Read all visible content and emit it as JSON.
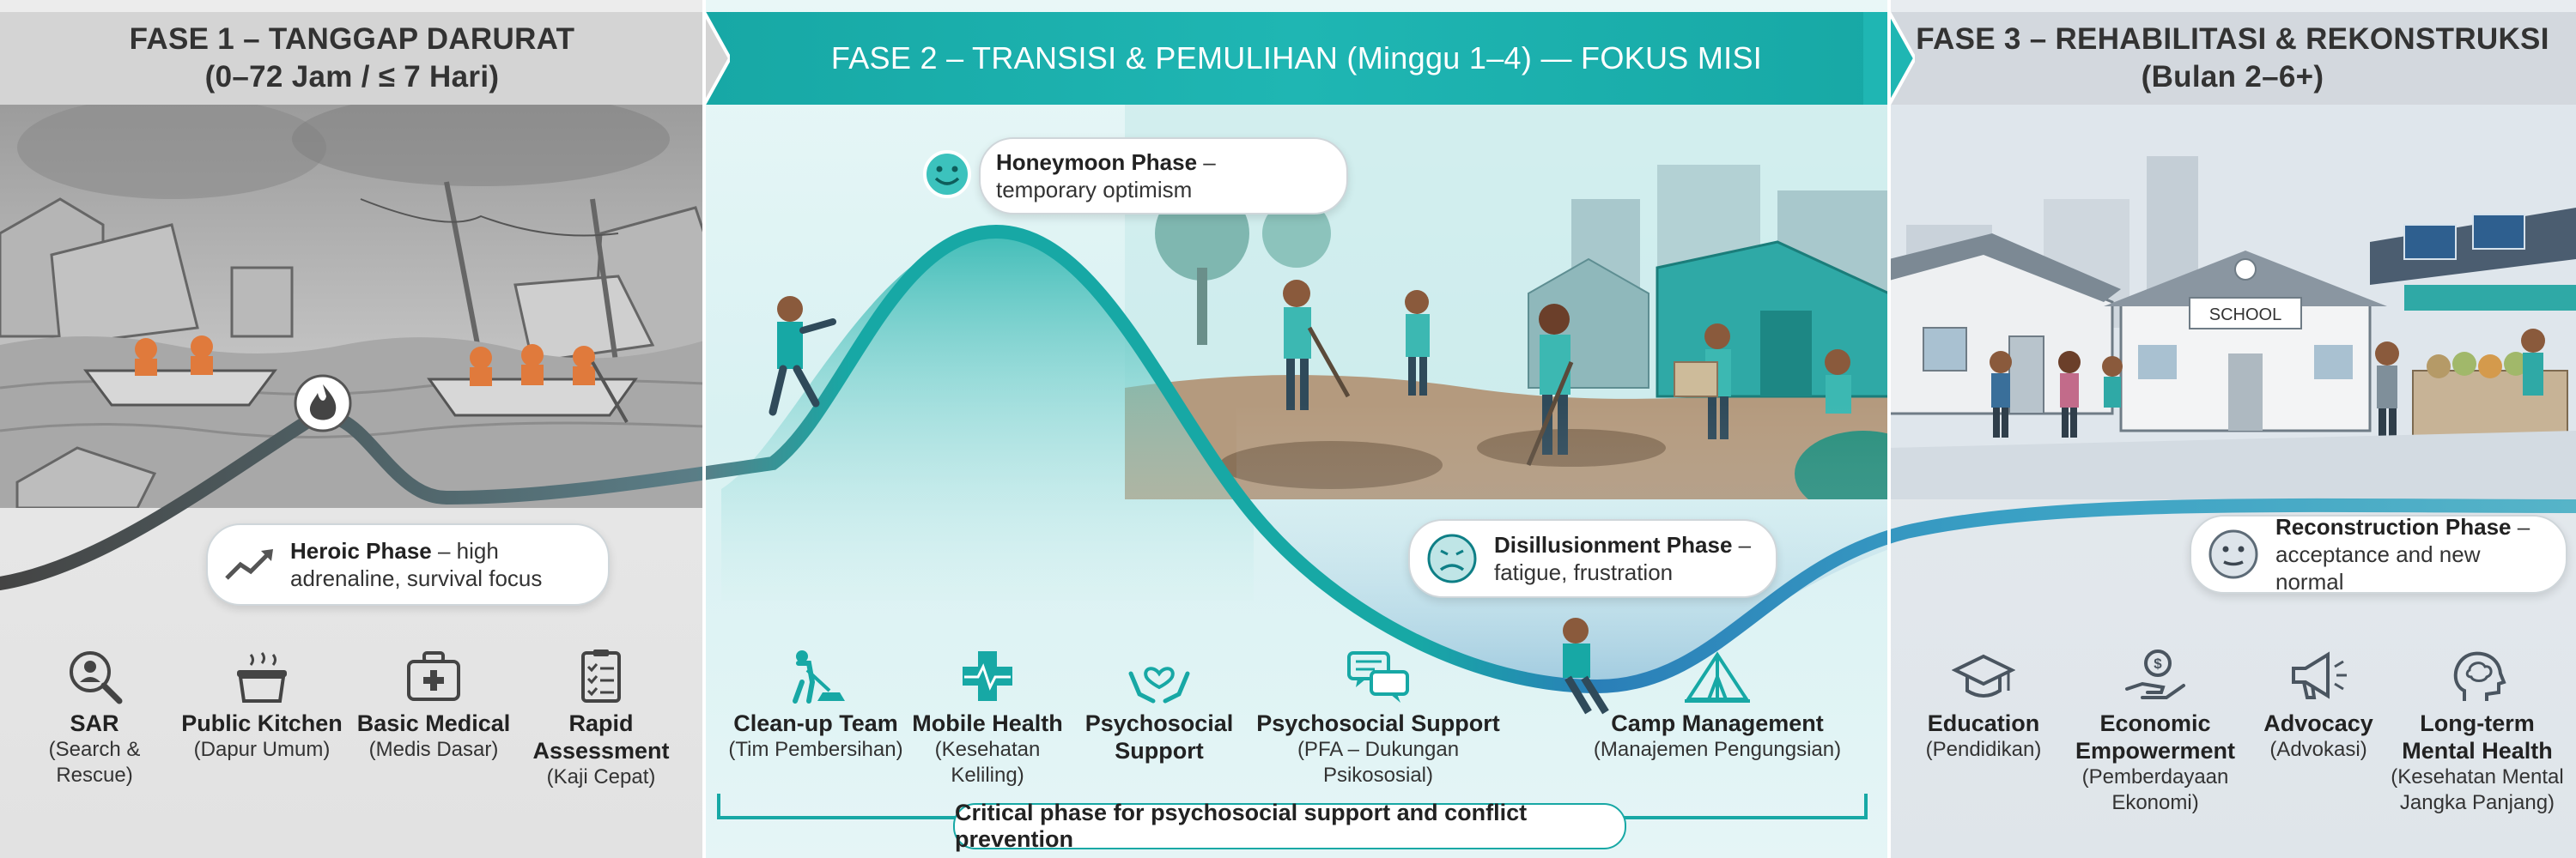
{
  "phases": [
    {
      "title_line1": "FASE 1 – TANGGAP DARURAT",
      "title_line2": "(0–72 Jam / ≤ 7 Hari)"
    },
    {
      "title_line1": "FASE 2 – TRANSISI & PEMULIHAN (Minggu 1–4) — FOKUS MISI",
      "title_line2": ""
    },
    {
      "title_line1": "FASE 3 – REHABILITASI & REKONSTRUKSI",
      "title_line2": "(Bulan 2–6+)"
    }
  ],
  "emotional_phases": [
    {
      "name": "Heroic Phase",
      "sep": " – high",
      "line2": "adrenaline, survival focus",
      "icon": "chart-up-icon"
    },
    {
      "name": "Honeymoon Phase",
      "sep": " –",
      "line2": "temporary optimism",
      "icon": "smile-icon"
    },
    {
      "name": "Disillusionment Phase",
      "sep": " –",
      "line2": "fatigue, frustration",
      "icon": "sad-icon"
    },
    {
      "name": "Reconstruction Phase",
      "sep": " –",
      "line2": "acceptance and new normal",
      "icon": "neutral-face-icon"
    }
  ],
  "roles": {
    "phase1": [
      {
        "name": "SAR",
        "sub1": "(Search &",
        "sub2": "Rescue)",
        "icon": "search-person-icon"
      },
      {
        "name": "Public Kitchen",
        "sub1": "(Dapur Umum)",
        "sub2": "",
        "icon": "cooking-pot-icon"
      },
      {
        "name": "Basic Medical",
        "sub1": "(Medis Dasar)",
        "sub2": "",
        "icon": "first-aid-kit-icon"
      },
      {
        "name": "Rapid",
        "name2": "Assessment",
        "sub1": "(Kaji Cepat)",
        "sub2": "",
        "icon": "checklist-icon"
      }
    ],
    "phase2": [
      {
        "name": "Clean-up Team",
        "sub1": "(Tim Pembersihan)",
        "sub2": "",
        "icon": "shovel-worker-icon"
      },
      {
        "name": "Mobile Health",
        "sub1": "(Kesehatan",
        "sub2": "Keliling)",
        "icon": "health-cross-icon"
      },
      {
        "name": "Psychosocial",
        "name2": "Support",
        "sub1": "",
        "sub2": "",
        "icon": "hands-heart-icon"
      },
      {
        "name": "Psychosocial Support",
        "sub1": "(PFA – Dukungan",
        "sub2": "Psikososial)",
        "icon": "chat-bubbles-icon"
      },
      {
        "name": "Camp Management",
        "sub1": "(Manajemen Pengungsian)",
        "sub2": "",
        "icon": "tent-icon"
      }
    ],
    "phase3": [
      {
        "name": "Education",
        "sub1": "(Pendidikan)",
        "sub2": "",
        "icon": "graduation-cap-icon"
      },
      {
        "name": "Economic",
        "name2": "Empowerment",
        "sub1": "(Pemberdayaan",
        "sub2": "Ekonomi)",
        "icon": "hand-coin-icon"
      },
      {
        "name": "Advocacy",
        "sub1": "(Advokasi)",
        "sub2": "",
        "icon": "megaphone-icon"
      },
      {
        "name": "Long-term",
        "name2": "Mental Health",
        "sub1": "(Kesehatan Mental",
        "sub2": "Jangka Panjang)",
        "icon": "head-brain-icon"
      }
    ]
  },
  "critical_note": "Critical phase for psychosocial support and conflict prevention",
  "scene_labels": {
    "school_sign": "SCHOOL"
  },
  "colors": {
    "teal": "#17a8a5",
    "dark_teal": "#0e7f86",
    "grey": "#4a4a4a",
    "blue": "#2a7fb8"
  }
}
